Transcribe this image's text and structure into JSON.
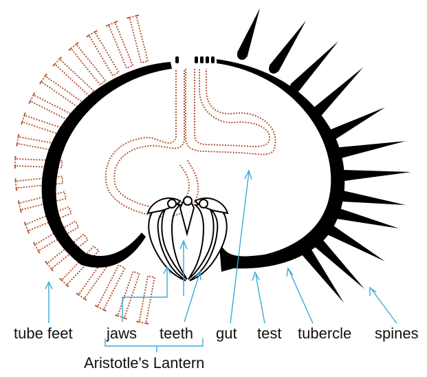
{
  "colors": {
    "test": "#000000",
    "tube_feet": "#b5532f",
    "leader": "#3aa8d8",
    "background": "#ffffff"
  },
  "labels": {
    "tube_feet": "tube feet",
    "jaws": "jaws",
    "teeth": "teeth",
    "gut": "gut",
    "test": "test",
    "tubercle": "tubercle",
    "spines": "spines",
    "lantern": "Aristotle's Lantern"
  }
}
